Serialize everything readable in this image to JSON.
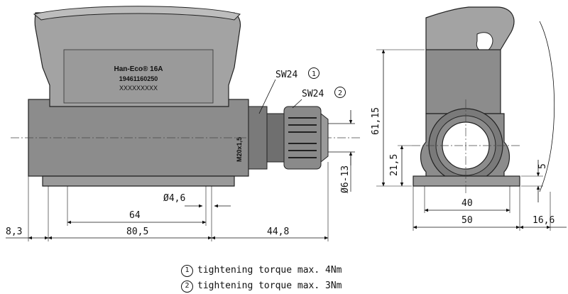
{
  "housing": {
    "product_name": "Han-Eco® 16A",
    "part_number": "19461160250",
    "serial_placeholder": "XXXXXXXXX"
  },
  "gland": {
    "thread": "M20x1,5",
    "sw1": "SW24",
    "sw1_ref": "1",
    "sw2": "SW24",
    "sw2_ref": "2",
    "clamp_range": "Ø6-13"
  },
  "dimensions": {
    "hole_dia": "Ø4,6",
    "hole_spacing": "64",
    "body_length": "80,5",
    "left_overhang": "8,3",
    "gland_length": "44,8",
    "total_height": "61,15",
    "axis_height": "21,5",
    "base_width_inner": "40",
    "base_width": "50",
    "base_thickness": "5",
    "side_overhang": "16,6"
  },
  "legend": [
    {
      "ref": "1",
      "text": "tightening torque max. 4Nm"
    },
    {
      "ref": "2",
      "text": "tightening torque max. 3Nm"
    }
  ],
  "colors": {
    "body": "#8c8c8c",
    "body_dark": "#6f6f6f",
    "hood": "#a3a3a3",
    "line": "#111111"
  }
}
